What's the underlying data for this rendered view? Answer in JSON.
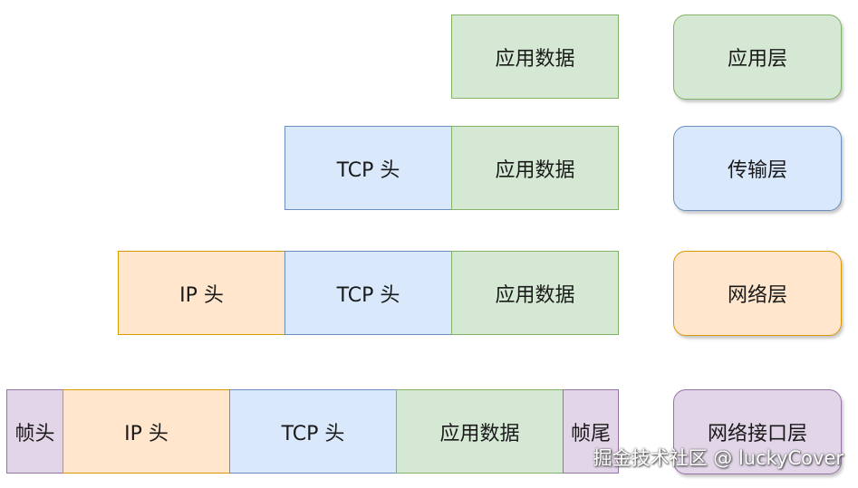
{
  "rows": {
    "application": {
      "app_data": "应用数据"
    },
    "transport": {
      "tcp_header": "TCP 头",
      "app_data": "应用数据"
    },
    "network": {
      "ip_header": "IP 头",
      "tcp_header": "TCP 头",
      "app_data": "应用数据"
    },
    "link": {
      "frame_header": "帧头",
      "ip_header": "IP 头",
      "tcp_header": "TCP 头",
      "app_data": "应用数据",
      "frame_trailer": "帧尾"
    }
  },
  "layers": {
    "application": "应用层",
    "transport": "传输层",
    "network": "网络层",
    "link": "网络接口层"
  },
  "watermark": "掘金技术社区 @ luckyCover",
  "colors": {
    "app_fill": "#d5e8d4",
    "app_stroke": "#82b366",
    "tcp_fill": "#dae8fc",
    "tcp_stroke": "#6c8ebf",
    "ip_fill": "#ffe6cc",
    "ip_stroke": "#d79b00",
    "frame_fill": "#e1d5e7",
    "frame_stroke": "#9673a6"
  }
}
